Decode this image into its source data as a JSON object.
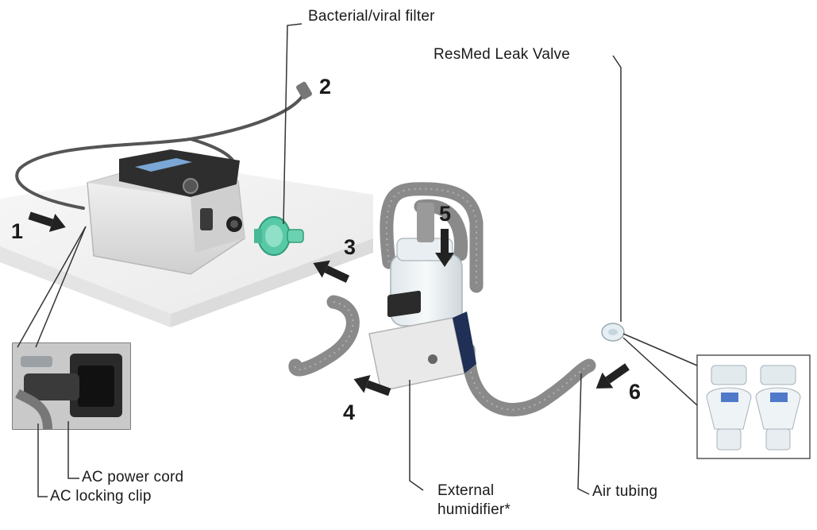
{
  "labels": {
    "filter": "Bacterial/viral filter",
    "leak_valve": "ResMed Leak Valve",
    "power_cord": "AC power cord",
    "locking_clip": "AC locking clip",
    "humidifier": "External\nhumidifier*",
    "air_tubing": "Air tubing"
  },
  "steps": [
    "1",
    "2",
    "3",
    "4",
    "5",
    "6"
  ],
  "icons": {
    "device": "cpap-device-icon",
    "filter": "bacterial-filter-icon",
    "humidifier": "humidifier-icon",
    "valve": "leak-valve-icon"
  },
  "colors": {
    "line": "#333333",
    "arrow": "#222222",
    "device_body": "#e6e6e6",
    "device_top": "#2e2e2e",
    "screen": "#7aa7d6",
    "filter": "#58c9a6",
    "tube": "#8a8a8a",
    "table": "#f0f0f0"
  }
}
